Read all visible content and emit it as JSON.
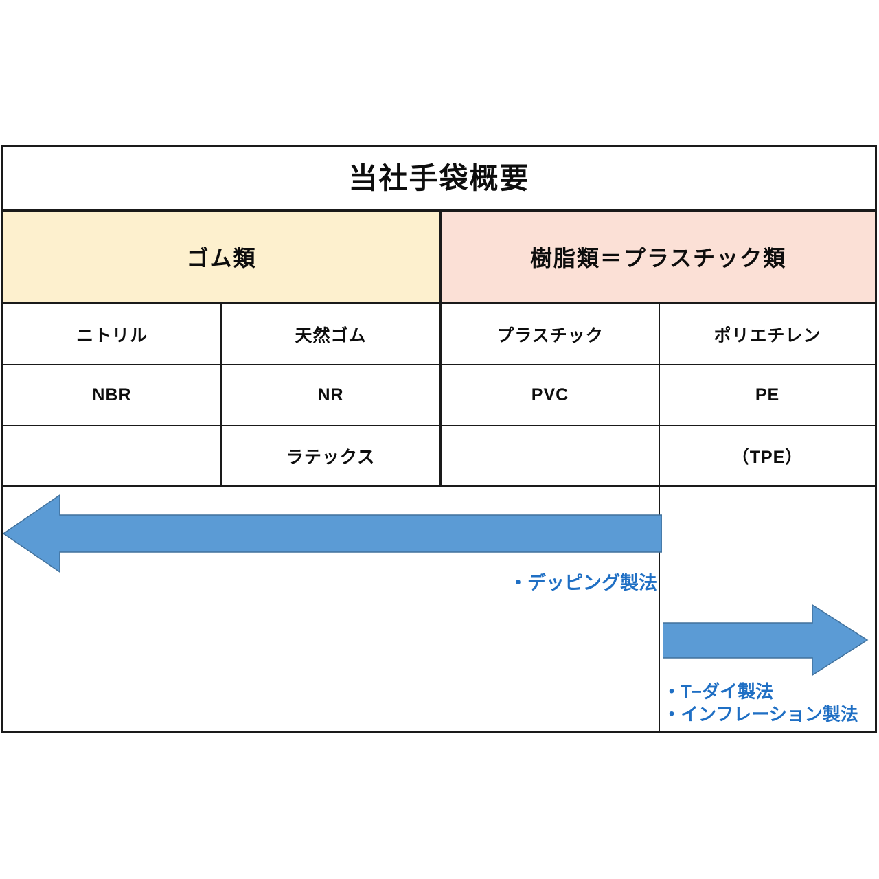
{
  "document": {
    "title": "当社手袋概要"
  },
  "table": {
    "group_headers": [
      {
        "label": "ゴム類",
        "color": "#FDF0CE"
      },
      {
        "label": "樹脂類＝プラスチック類",
        "color": "#FBE0D6"
      }
    ],
    "columns": [
      {
        "material": "ニトリル",
        "abbreviation": "NBR",
        "variant": ""
      },
      {
        "material": "天然ゴム",
        "abbreviation": "NR",
        "variant": "ラテックス"
      },
      {
        "material": "プラスチック",
        "abbreviation": "PVC",
        "variant": ""
      },
      {
        "material": "ポリエチレン",
        "abbreviation": "PE",
        "variant": "（TPE）"
      }
    ]
  },
  "processes": {
    "accent_color": "#5B9BD5",
    "text_color": "#1F6FC4",
    "left_arrow": {
      "direction": "left",
      "label": "・デッピング製法"
    },
    "right_arrow": {
      "direction": "right",
      "labels": [
        "・T−ダイ製法",
        "・インフレーション製法"
      ]
    }
  }
}
